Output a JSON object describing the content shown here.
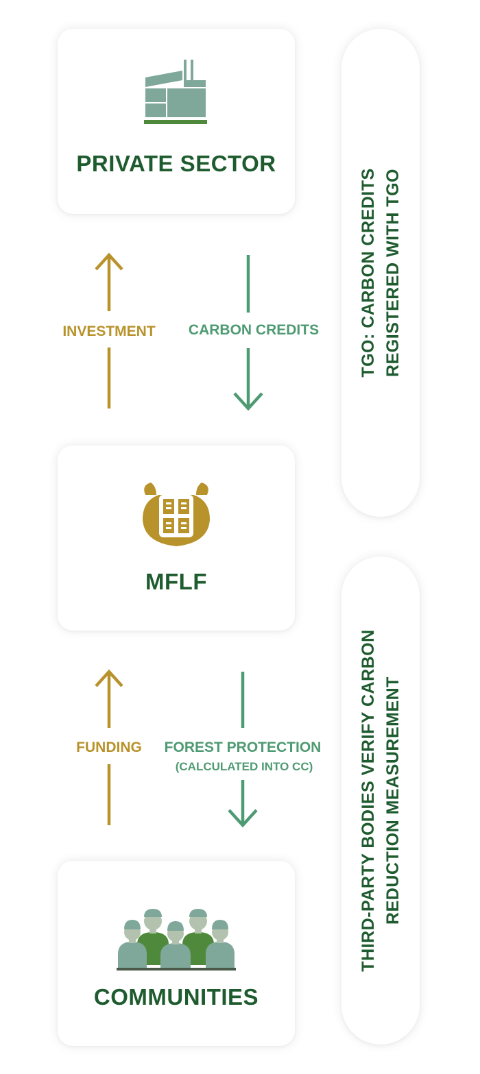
{
  "nodes": {
    "private_sector": {
      "label": "PRIVATE SECTOR",
      "icon": "factory-icon"
    },
    "mflf": {
      "label": "MFLF",
      "icon": "mflf-logo-icon"
    },
    "communities": {
      "label": "COMMUNITIES",
      "icon": "people-group-icon"
    }
  },
  "flows": {
    "investment": {
      "label": "INVESTMENT",
      "direction": "up",
      "color": "#b8922a"
    },
    "carbon_credits": {
      "label": "CARBON CREDITS",
      "direction": "down",
      "color": "#4e9a72"
    },
    "funding": {
      "label": "FUNDING",
      "direction": "up",
      "color": "#b8922a"
    },
    "forest_protection": {
      "label": "FOREST PROTECTION",
      "sublabel": "(CALCULATED INTO CC)",
      "direction": "down",
      "color": "#4e9a72"
    }
  },
  "side_notes": {
    "tgo": {
      "line1": "TGO: CARBON CREDITS",
      "line2": "REGISTERED WITH TGO"
    },
    "third_party": {
      "line1": "THIRD-PARTY BODIES VERIFY CARBON",
      "line2": "REDUCTION MEASUREMENT"
    }
  },
  "colors": {
    "heading_green": "#1e5b2e",
    "gold": "#b8922a",
    "flow_green": "#4e9a72",
    "icon_teal": "#7fa89a",
    "icon_green": "#4f8a3c"
  }
}
